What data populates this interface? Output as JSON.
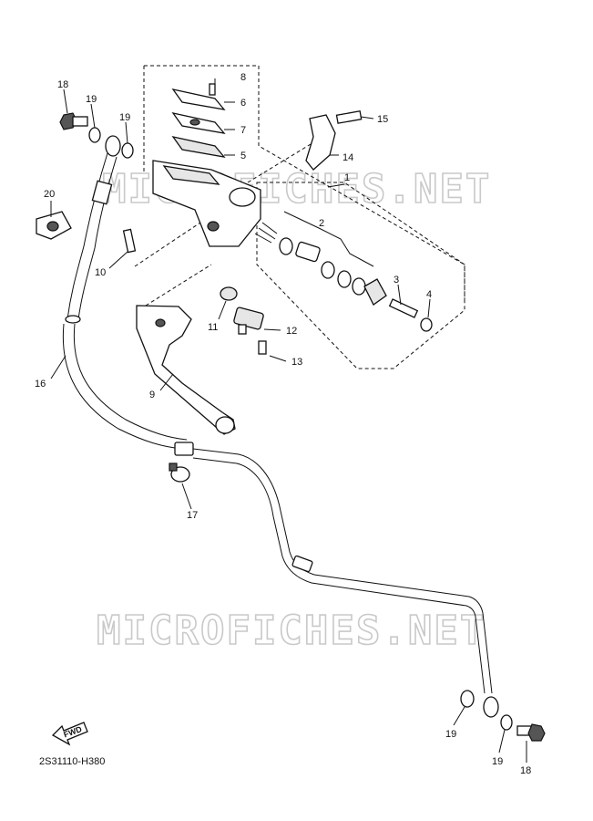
{
  "watermark": "MICROFICHES.NET",
  "diagram_code": "2S31110-H380",
  "fwd_label": "FWD",
  "callouts": [
    "1",
    "2",
    "3",
    "4",
    "5",
    "6",
    "7",
    "8",
    "9",
    "10",
    "11",
    "12",
    "13",
    "14",
    "15",
    "16",
    "17",
    "18",
    "19",
    "19",
    "19",
    "19",
    "18",
    "20"
  ]
}
